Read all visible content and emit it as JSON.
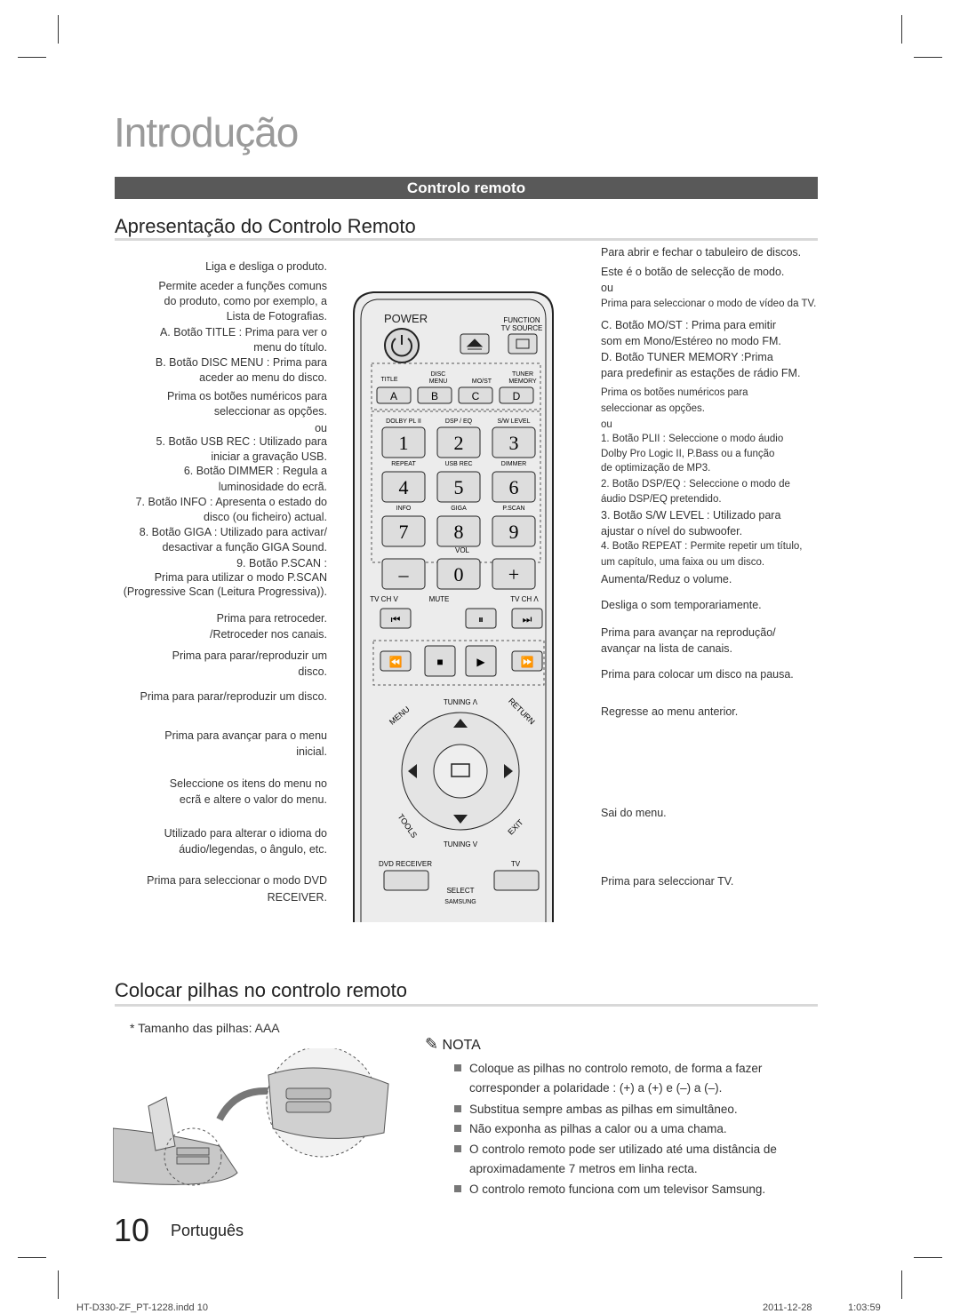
{
  "page": {
    "title": "Introdução",
    "section_bar": "Controlo remoto",
    "heading1": "Apresentação do Controlo Remoto",
    "heading2": "Colocar pilhas no controlo remoto",
    "page_number": "10",
    "language": "Português"
  },
  "left_labels": [
    "Liga e desliga o produto.",
    "Permite aceder a funções comuns",
    "do produto, como por exemplo, a",
    "Lista de Fotografias.",
    "A. Botão TITLE : Prima para ver o",
    "menu do título.",
    "B. Botão DISC MENU : Prima para",
    "aceder ao menu do disco.",
    "Prima os botões numéricos para",
    "seleccionar as opções.",
    "ou",
    "5. Botão USB REC : Utilizado para",
    "iniciar a gravação USB.",
    "6. Botão DIMMER : Regula a",
    "luminosidade do ecrã.",
    "7. Botão INFO : Apresenta o estado do",
    "disco (ou ficheiro) actual.",
    "8. Botão GIGA : Utilizado para activar/",
    "desactivar a função GIGA Sound.",
    "9. Botão P.SCAN :",
    "Prima para utilizar o modo P.SCAN",
    "(Progressive Scan (Leitura Progressiva)).",
    "Prima para retroceder.",
    "/Retroceder nos canais.",
    "Prima para parar/reproduzir um",
    "disco.",
    "Prima para parar/reproduzir um disco.",
    "Prima para avançar para o menu",
    "inicial.",
    "Seleccione os itens do menu no",
    "ecrã e altere o valor do menu.",
    "Utilizado para alterar o idioma do",
    "áudio/legendas, o ângulo, etc.",
    "Prima para seleccionar o modo DVD",
    "RECEIVER."
  ],
  "right_labels": [
    "Para abrir e fechar o tabuleiro de discos.",
    "Este é o botão de selecção de modo.",
    "ou",
    "Prima para seleccionar o modo de vídeo da TV.",
    "C. Botão MO/ST : Prima para emitir",
    "som em Mono/Estéreo no modo FM.",
    "D. Botão TUNER MEMORY :Prima",
    "para predefinir as estações de rádio FM.",
    "Prima os botões numéricos para",
    "seleccionar as opções.",
    "ou",
    "1. Botão PLII : Seleccione o modo áudio",
    "Dolby Pro Logic II, P.Bass ou a função",
    "de optimização de MP3.",
    "2. Botão DSP/EQ : Seleccione o modo de",
    "áudio DSP/EQ pretendido.",
    "3. Botão S/W LEVEL : Utilizado para",
    "ajustar o nível do subwoofer.",
    "4. Botão REPEAT : Permite repetir um título,",
    "um capítulo, uma faixa ou um disco.",
    "Aumenta/Reduz o volume.",
    "Desliga o som temporariamente.",
    "Prima para avançar na reprodução/",
    "avançar na lista de canais.",
    "Prima para colocar um disco na pausa.",
    "Regresse ao menu anterior.",
    "Sai do menu.",
    "Prima para seleccionar TV."
  ],
  "remote": {
    "power": "POWER",
    "function": "FUNCTION",
    "tv_source": "TV SOURCE",
    "row_labels1": [
      "TITLE",
      "DISC",
      "MENU",
      "MO/ST",
      "TUNER",
      "MEMORY"
    ],
    "letters": [
      "A",
      "B",
      "C",
      "D"
    ],
    "row_labels2": [
      "DOLBY PL II",
      "DSP / EQ",
      "S/W LEVEL"
    ],
    "row_labels3": [
      "REPEAT",
      "USB REC",
      "DIMMER"
    ],
    "row_labels4": [
      "INFO",
      "GIGA",
      "P.SCAN"
    ],
    "digits": [
      "1",
      "2",
      "3",
      "4",
      "5",
      "6",
      "7",
      "8",
      "9",
      "–",
      "0",
      "+"
    ],
    "vol": "VOL",
    "tv_ch_down": "TV CH V",
    "mute": "MUTE",
    "tv_ch_up": "TV CH Λ",
    "tuning_up": "TUNING Λ",
    "tuning_down": "TUNING V",
    "menu": "MENU",
    "return": "RETURN",
    "tools": "TOOLS",
    "exit": "EXIT",
    "dvd_receiver": "DVD RECEIVER",
    "tv": "TV",
    "select": "SELECT",
    "brand": "SAMSUNG"
  },
  "battery": {
    "size_note": "* Tamanho das pilhas: AAA"
  },
  "nota": {
    "title": "NOTA",
    "items": [
      "Coloque as pilhas no controlo remoto, de forma a fazer",
      "corresponder a polaridade : (+) a (+) e (–) a (–).",
      "Substitua sempre ambas as pilhas em simultâneo.",
      "Não exponha as pilhas a calor ou a uma chama.",
      "O controlo remoto pode ser utilizado até uma distância de",
      "aproximadamente 7 metros em linha recta.",
      "O controlo remoto funciona com um televisor Samsung."
    ]
  },
  "footer": {
    "file": "HT-D330-ZF_PT-1228.indd   10",
    "date": "2011-12-28",
    "time": "1:03:59"
  }
}
